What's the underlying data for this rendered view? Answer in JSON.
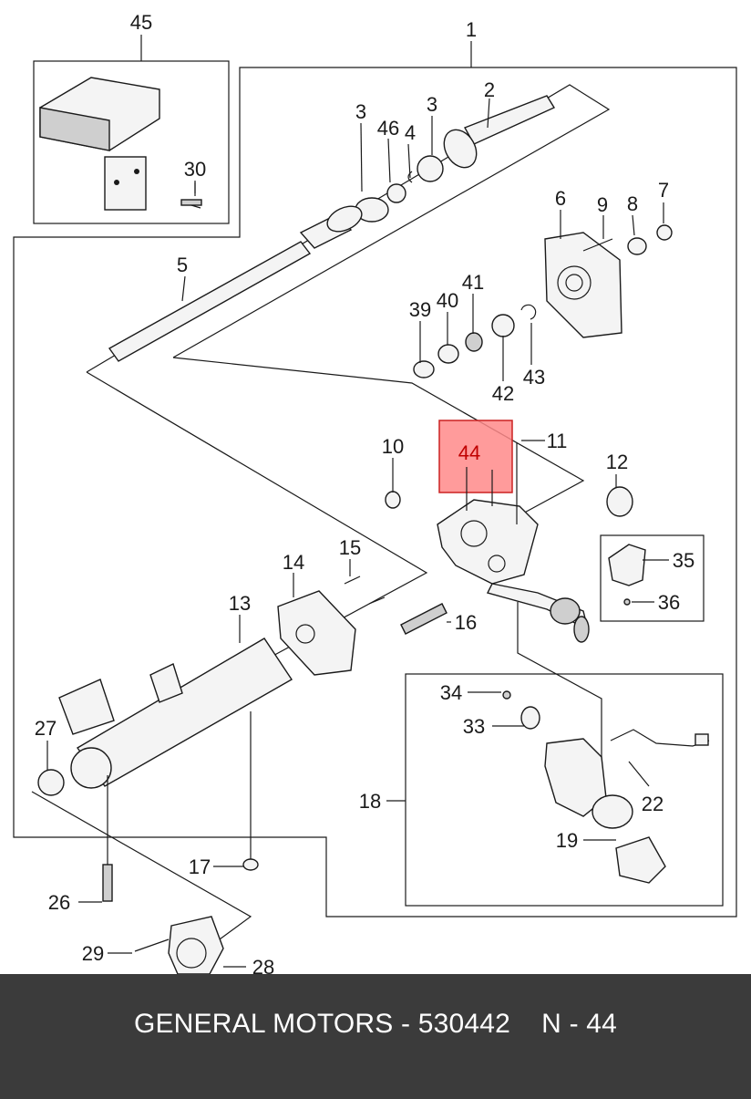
{
  "callouts": {
    "c1": "1",
    "c2": "2",
    "c3a": "3",
    "c3b": "3",
    "c4": "4",
    "c5": "5",
    "c6": "6",
    "c7": "7",
    "c8": "8",
    "c9": "9",
    "c10": "10",
    "c11": "11",
    "c12": "12",
    "c13": "13",
    "c14": "14",
    "c15": "15",
    "c16": "16",
    "c17": "17",
    "c18": "18",
    "c19": "19",
    "c22": "22",
    "c26": "26",
    "c27": "27",
    "c28": "28",
    "c29": "29",
    "c30": "30",
    "c33": "33",
    "c34": "34",
    "c35": "35",
    "c36": "36",
    "c39": "39",
    "c40": "40",
    "c41": "41",
    "c42": "42",
    "c43": "43",
    "c44": "44",
    "c45": "45",
    "c46": "46"
  },
  "highlight": {
    "label": "44",
    "color": "#ff8a8a"
  },
  "footer": {
    "text": "GENERAL MOTORS - 530442    N - 44",
    "bg": "#3b3b3b",
    "fg": "#ffffff"
  }
}
